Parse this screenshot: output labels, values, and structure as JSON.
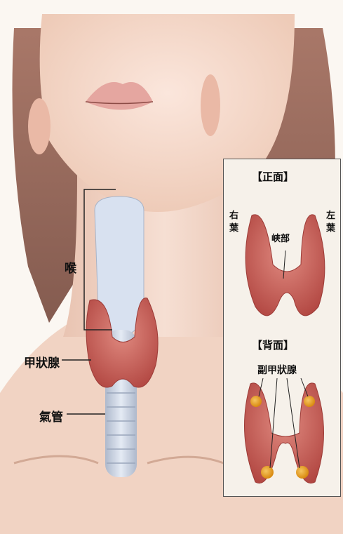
{
  "labels": {
    "larynx": "喉",
    "thyroid": "甲狀腺",
    "trachea": "氣管"
  },
  "inset": {
    "front_title": "【正面】",
    "right_lobe": "右葉",
    "isthmus": "峽部",
    "left_lobe": "左葉",
    "back_title": "【背面】",
    "parathyroid": "副甲狀腺"
  },
  "colors": {
    "skin": "#f3d6c6",
    "hair": "#7a4a3a",
    "thyroid": "#c85a55",
    "trachea": "#c9d4e6",
    "parathyroid": "#e7a21d"
  }
}
